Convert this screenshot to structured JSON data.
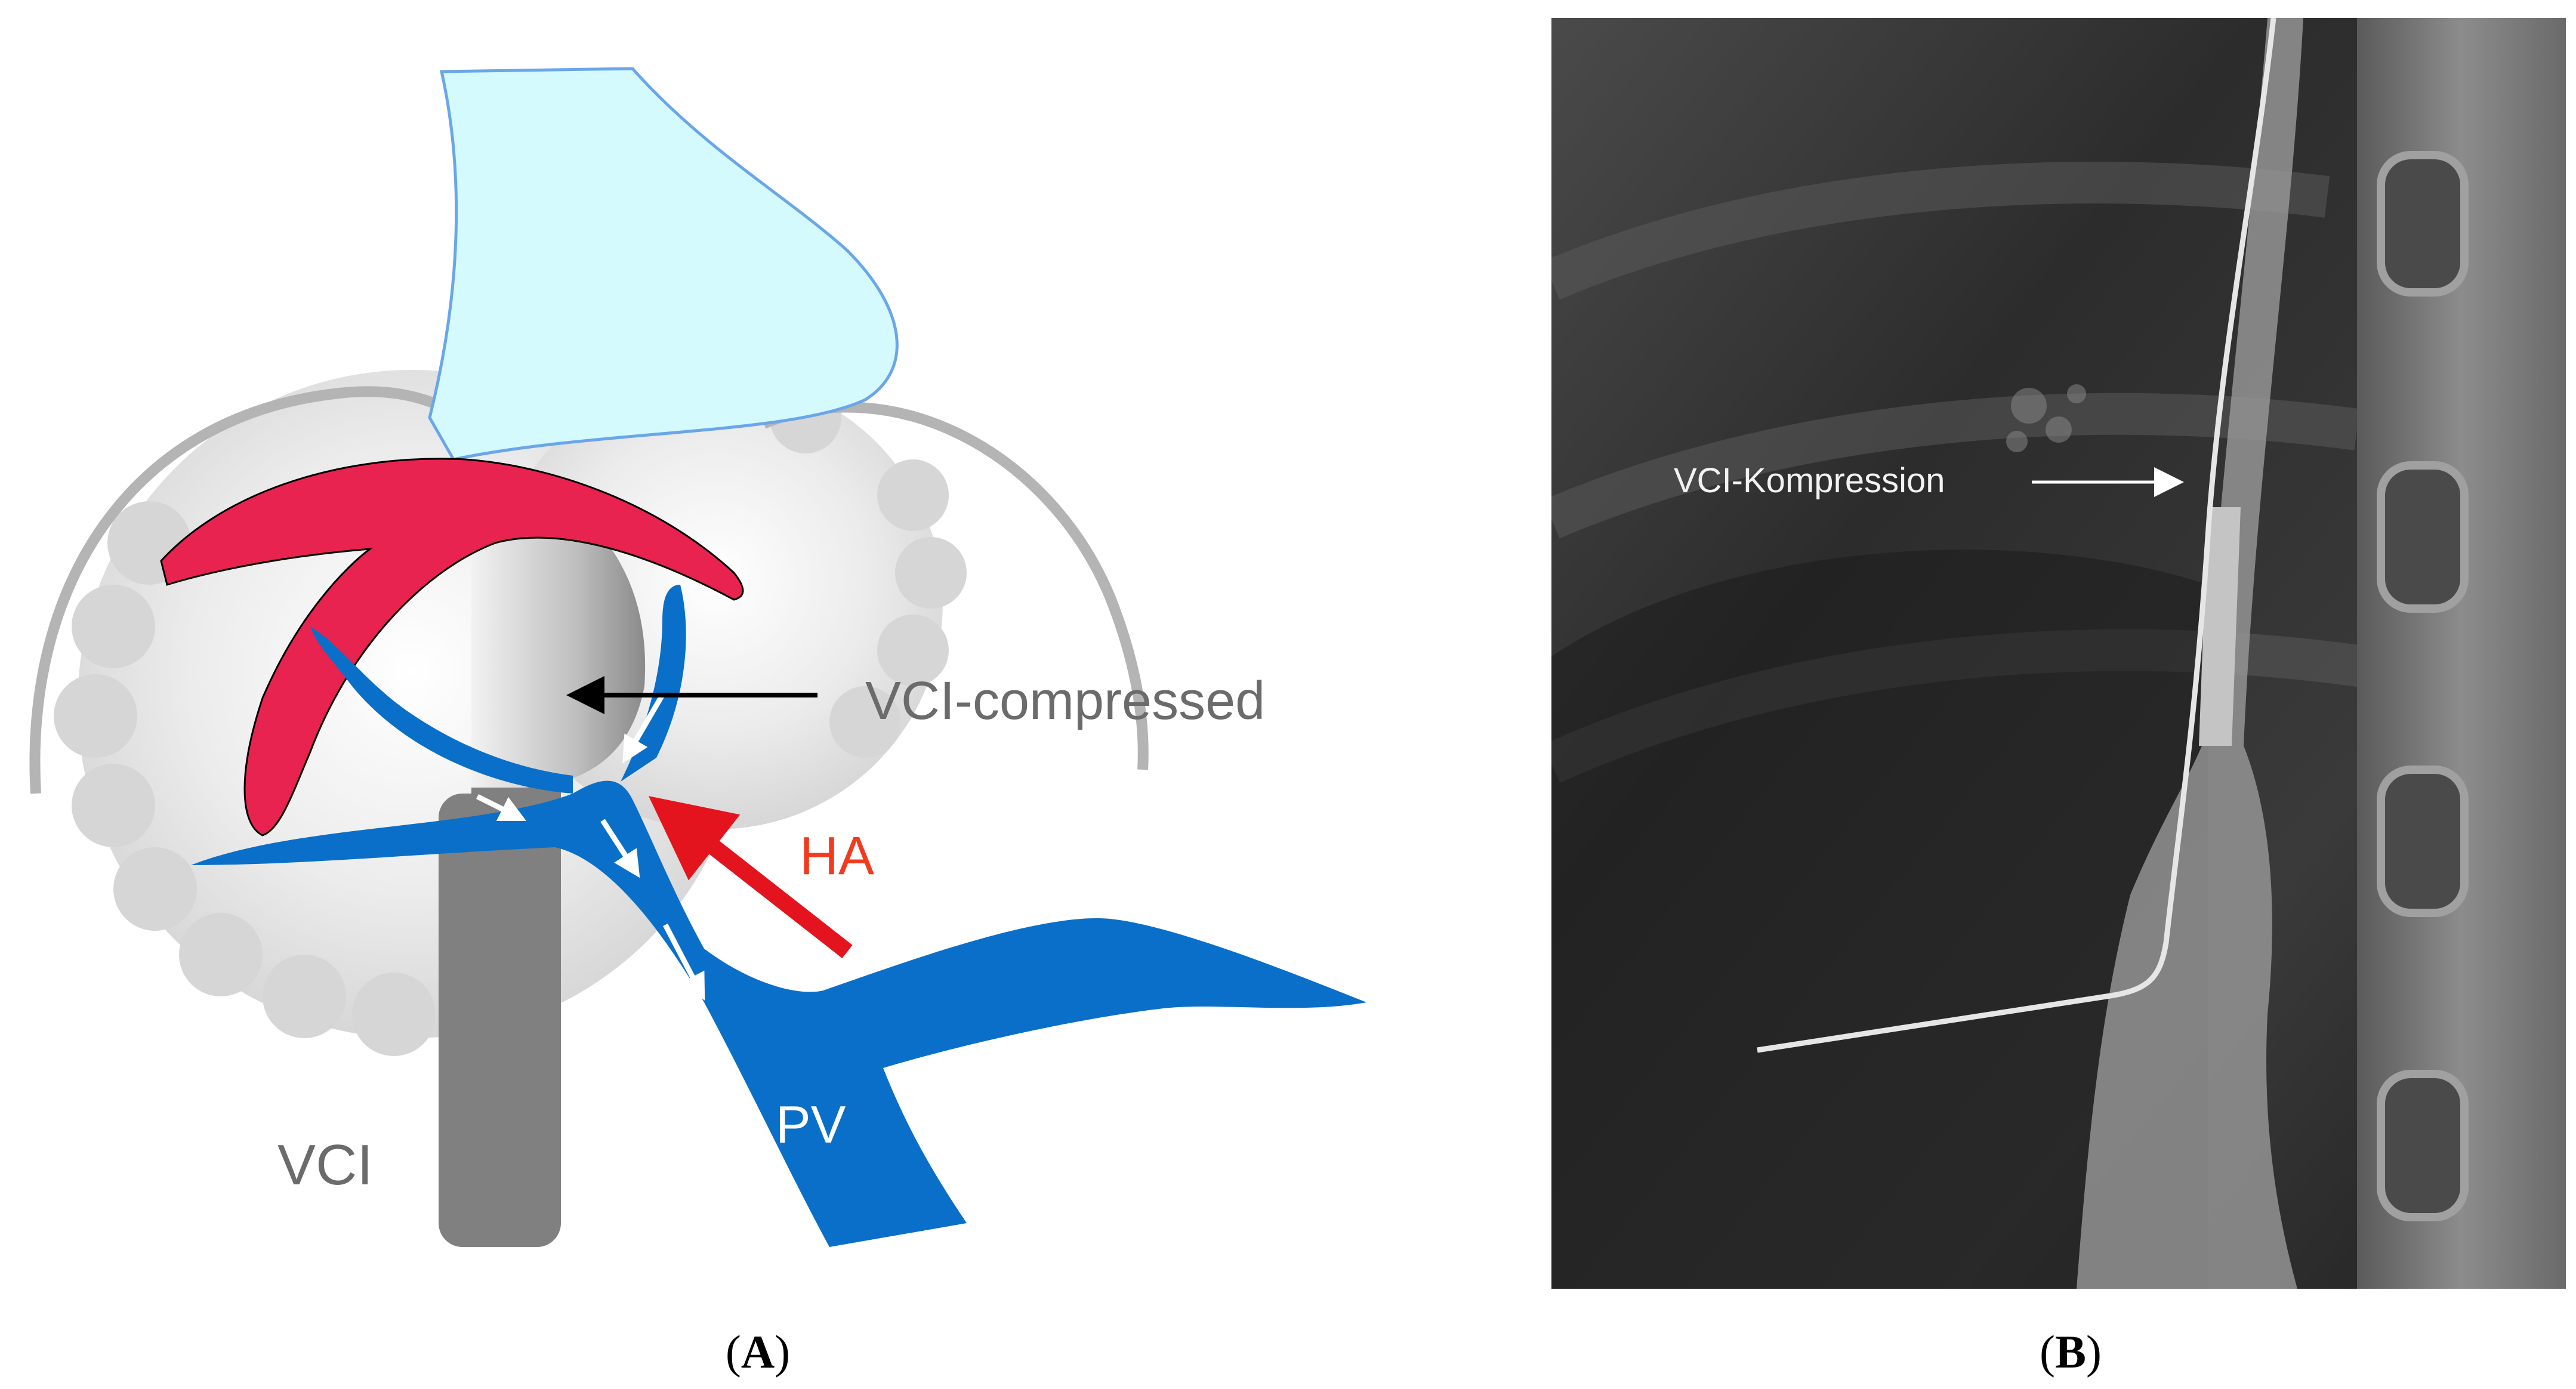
{
  "panel_a": {
    "labels": {
      "vci_compressed": "VCI-compressed",
      "ha": "HA",
      "pv": "PV",
      "vci": "VCI"
    },
    "caption_letter": "A"
  },
  "panel_b": {
    "labels": {
      "vci_kompression": "VCI-Kompression"
    },
    "caption_letter": "B"
  },
  "colors": {
    "artery_red": "#e8234f",
    "portal_blue": "#0a6fc8",
    "vci_grey": "#828282",
    "stomach_cyan": "#d4fafd",
    "ha_label_red": "#f23a1e",
    "label_grey": "#6b6b6b"
  }
}
